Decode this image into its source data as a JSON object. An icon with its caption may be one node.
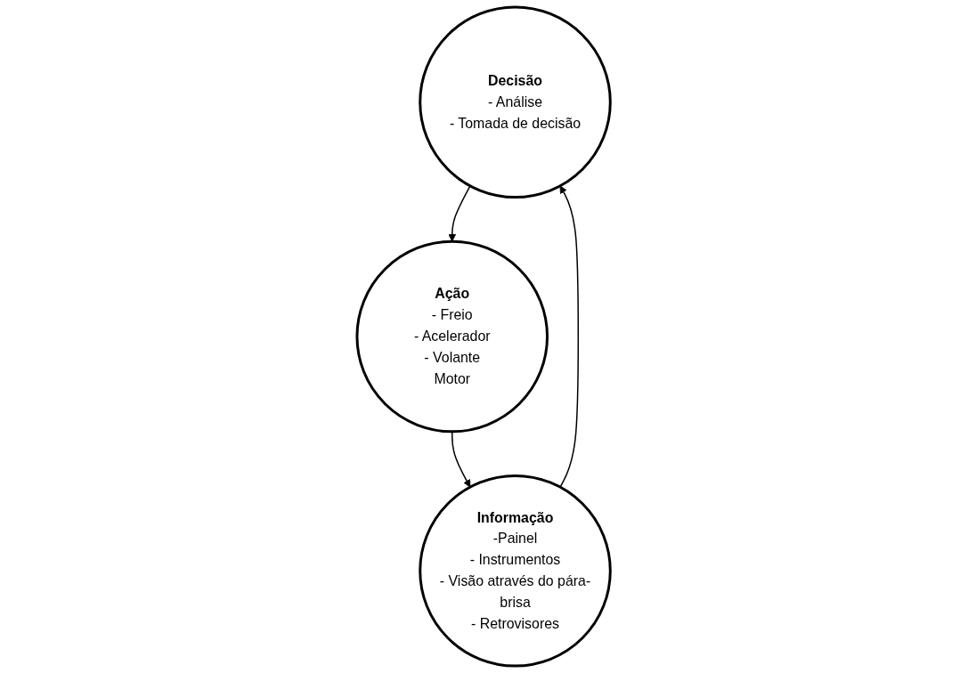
{
  "diagram": {
    "nodes": [
      {
        "text": [
          "Decisão",
          "- Análise",
          "- Tomada de decisão"
        ]
      },
      {
        "text": [
          "Ação",
          "- Freio",
          "- Acelerador",
          "- Volante",
          "Motor"
        ]
      },
      {
        "text": [
          "Informação",
          "-Painel",
          "- Instrumentos",
          "- Visão através do pára-brisa",
          "- Retrovisores"
        ]
      }
    ],
    "edges": [
      {
        "from": 0,
        "to": 1,
        "arrow": "to"
      },
      {
        "from": 1,
        "to": 2,
        "arrow": "to"
      },
      {
        "from": 2,
        "to": 0,
        "arrow": "to"
      }
    ]
  }
}
